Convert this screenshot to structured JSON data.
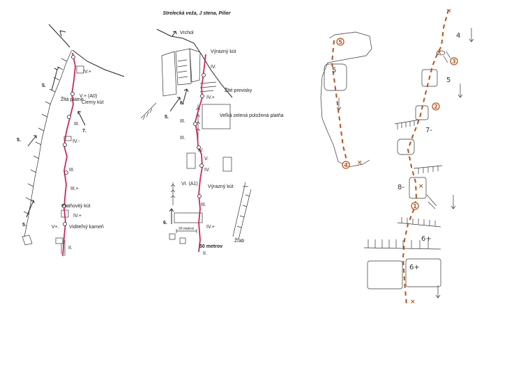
{
  "title": "Strelecká veža, J stena, Pilier",
  "left_topo": {
    "grades": [
      "IV.+",
      "V.+ (A0)",
      "III.",
      "IV.-",
      "III.",
      "III.+",
      "IV.+",
      "V+.",
      "II."
    ],
    "features": [
      "Čierny kút",
      "Žltá platne",
      "Platňovitý kút",
      "Viditeľný kameň"
    ],
    "route_markers": [
      "5.",
      "5.",
      "5.",
      "7."
    ]
  },
  "middle_topo": {
    "summit_label": "Vrchol",
    "grades": [
      "IV.",
      "IV.+",
      "III.",
      "III.",
      "IV.",
      "V.",
      "IV.",
      "VI. (A1)",
      "III.",
      "IV.+",
      "II."
    ],
    "features": [
      "Výrazný kút",
      "Žlté previsky",
      "Veľká zelená položená platňa",
      "Výrazný kút",
      "Žľab"
    ],
    "scale_label": "20 metrov",
    "distance_label": "50 metrov",
    "route_markers": [
      "6.",
      "5.",
      "6."
    ]
  },
  "right_topo": {
    "pitch_numbers": [
      "5",
      "4",
      "3",
      "2",
      "1"
    ],
    "grades": [
      "5",
      "4",
      "5",
      "7-",
      "8-",
      "6+",
      "6+"
    ]
  }
}
